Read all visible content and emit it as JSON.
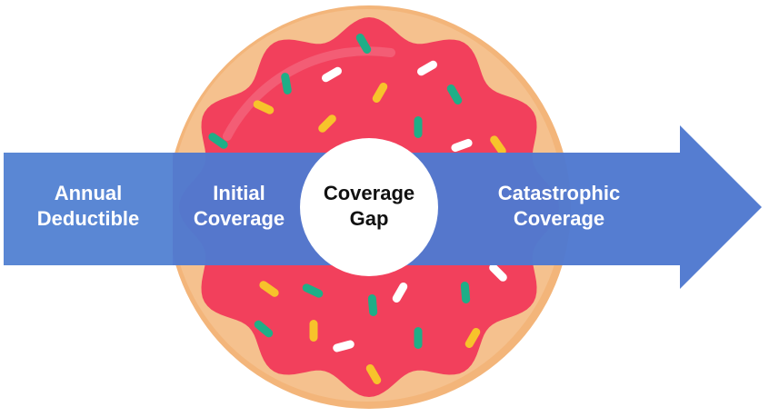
{
  "diagram": {
    "stages": [
      {
        "id": "annual-deductible",
        "line1": "Annual",
        "line2": "Deductible"
      },
      {
        "id": "initial-coverage",
        "line1": "Initial",
        "line2": "Coverage"
      },
      {
        "id": "coverage-gap",
        "line1": "Coverage",
        "line2": "Gap"
      },
      {
        "id": "catastrophic-coverage",
        "line1": "Catastrophic",
        "line2": "Coverage"
      }
    ],
    "colors": {
      "arrow": "#5079cf",
      "arrow_deductible": "#5a87d4",
      "dough": "#f5c18e",
      "dough_edge": "#f3b57a",
      "icing": "#f2405c",
      "icing_highlight": "#f46a80",
      "hole": "#ffffff",
      "sprinkles": [
        "#1fae87",
        "#f7c32b",
        "#ffffff"
      ]
    }
  }
}
